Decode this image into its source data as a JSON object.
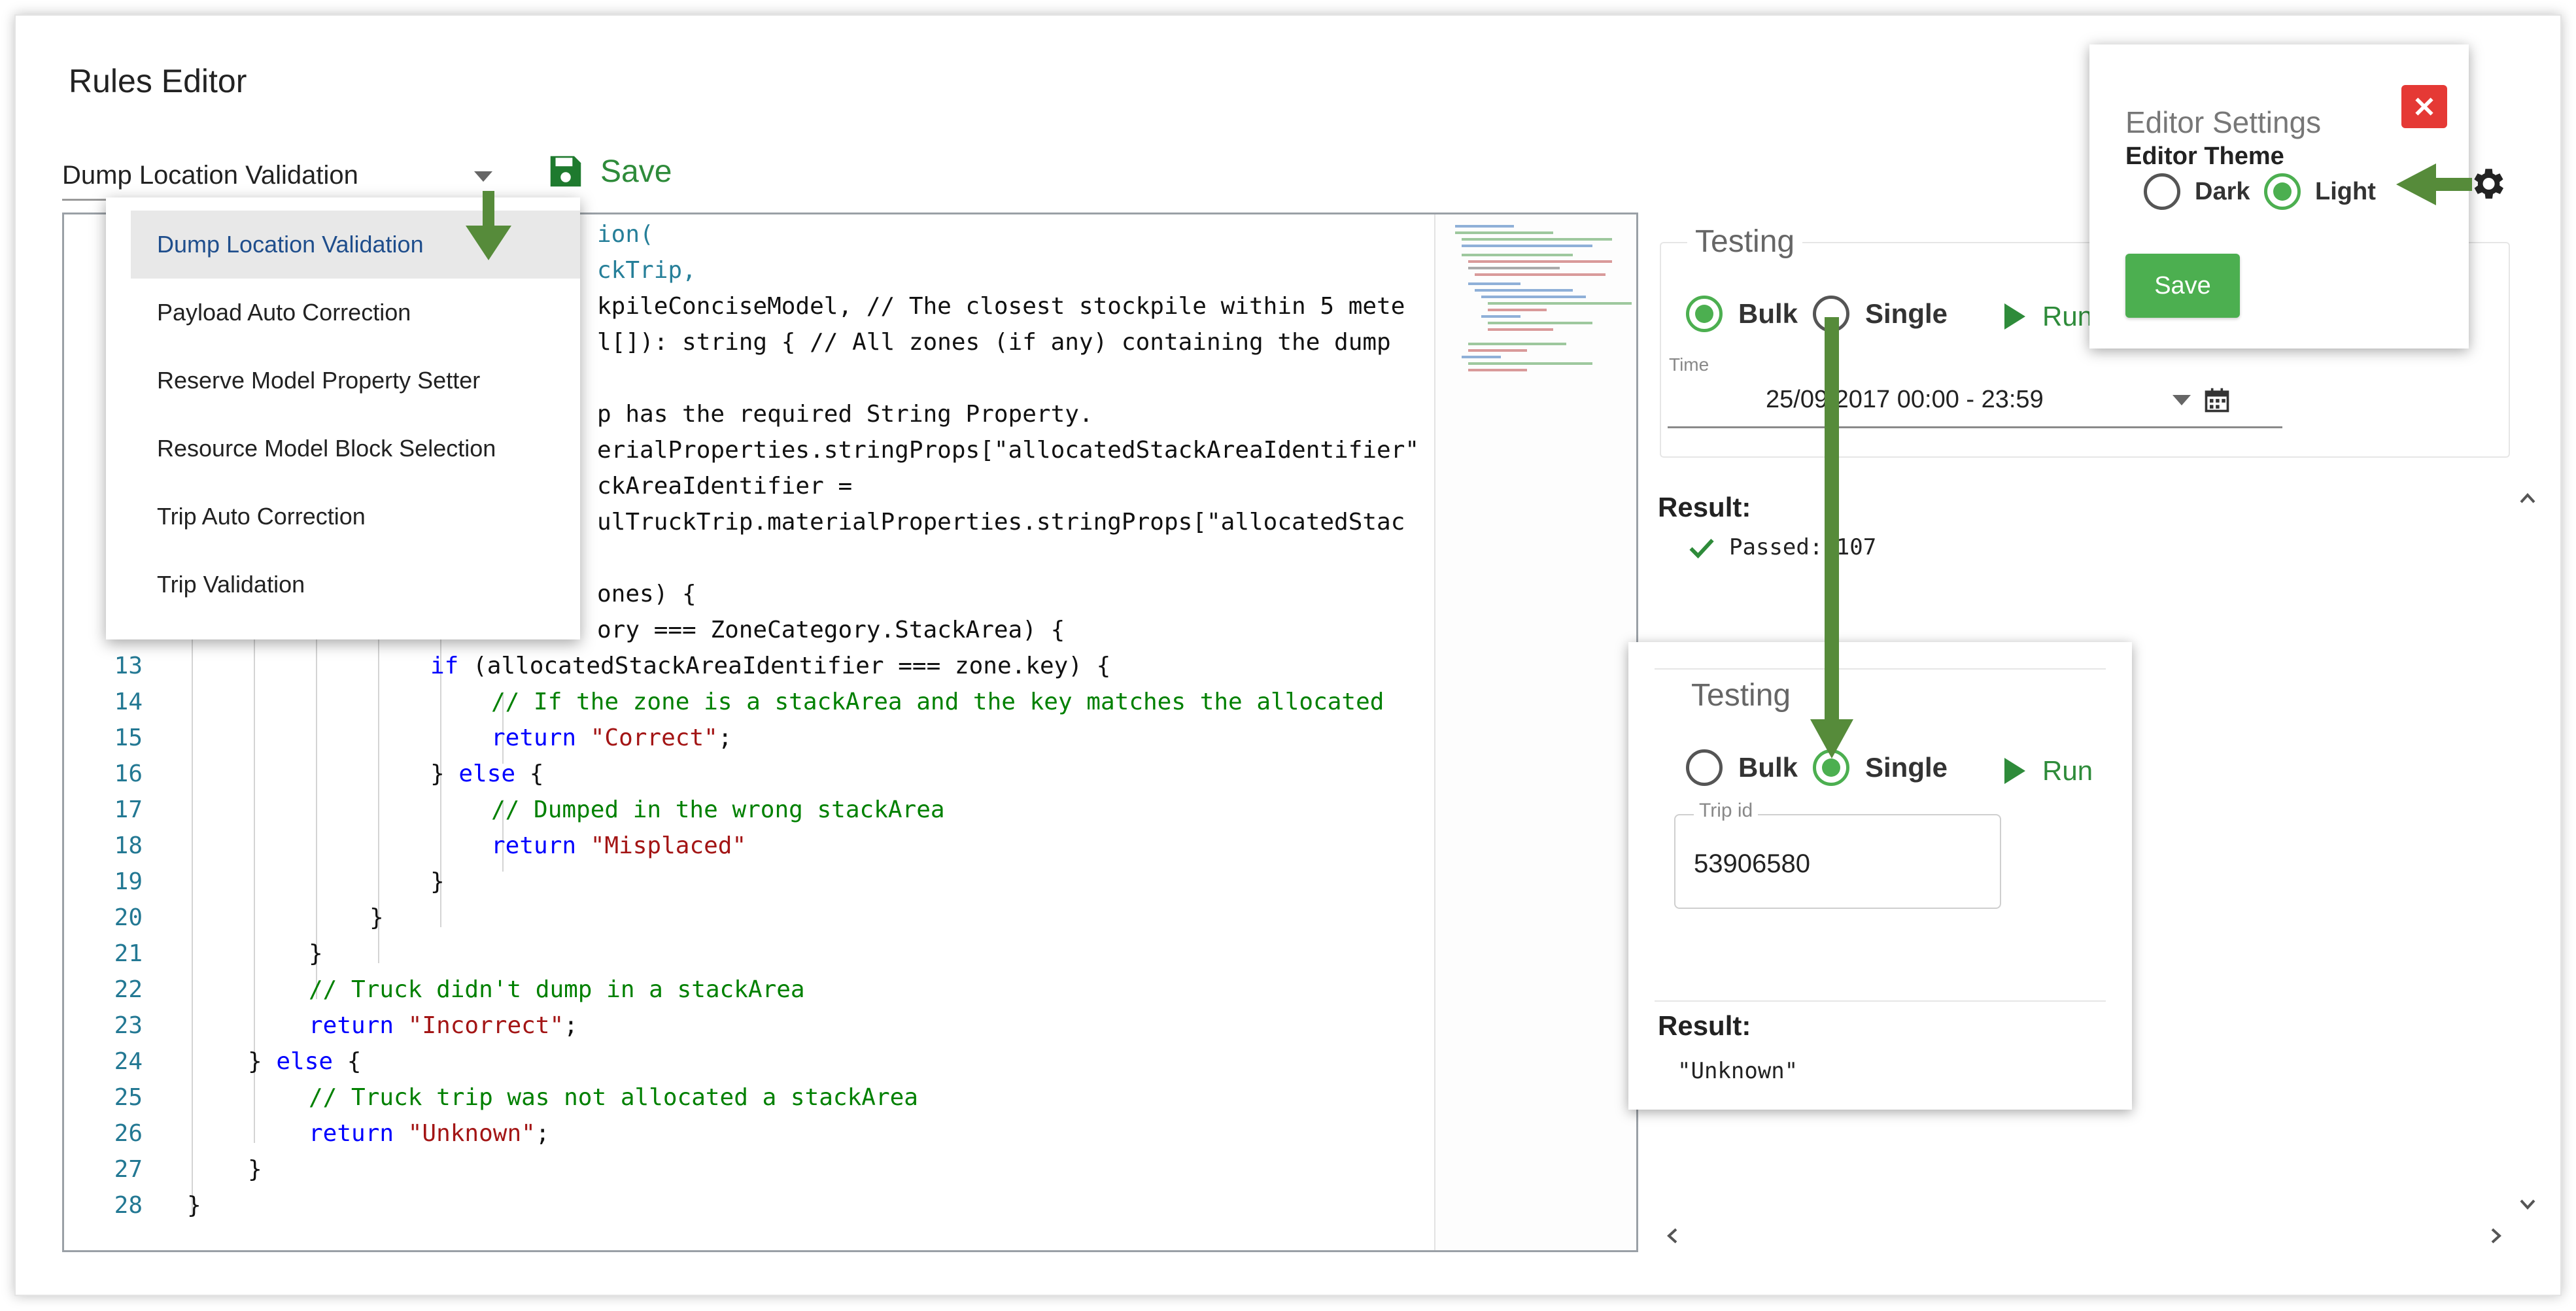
{
  "app": {
    "title": "Rules Editor"
  },
  "rule_select": {
    "value": "Dump Location Validation",
    "options": [
      "Dump Location Validation",
      "Payload Auto Correction",
      "Reserve Model Property Setter",
      "Resource Model Block Selection",
      "Trip Auto Correction",
      "Trip Validation"
    ]
  },
  "toolbar": {
    "save_label": "Save"
  },
  "editor": {
    "visible_partial_lines": [
      "ion(",
      "ckTrip,",
      "kpileConciseModel, // The closest stockpile within 5 mete",
      "l[]): string { // All zones (if any) containing the dump",
      "p has the required String Property.",
      "erialProperties.stringProps[\"allocatedStackAreaIdentifier\"",
      "ckAreaIdentifier =",
      "ulTruckTrip.materialProperties.stringProps[\"allocatedStac",
      "ones) {",
      "ory === ZoneCategory.StackArea) {"
    ],
    "lines": [
      {
        "n": "13",
        "text": "if (allocatedStackAreaIdentifier === zone.key) {"
      },
      {
        "n": "14",
        "text": "// If the zone is a stackArea and the key matches the allocated"
      },
      {
        "n": "15",
        "text": "return \"Correct\";"
      },
      {
        "n": "16",
        "text": "} else {"
      },
      {
        "n": "17",
        "text": "// Dumped in the wrong stackArea"
      },
      {
        "n": "18",
        "text": "return \"Misplaced\""
      },
      {
        "n": "19",
        "text": "}"
      },
      {
        "n": "20",
        "text": "}"
      },
      {
        "n": "21",
        "text": "}"
      },
      {
        "n": "22",
        "text": "// Truck didn't dump in a stackArea"
      },
      {
        "n": "23",
        "text": "return \"Incorrect\";"
      },
      {
        "n": "24",
        "text": "} else {"
      },
      {
        "n": "25",
        "text": "// Truck trip was not allocated a stackArea"
      },
      {
        "n": "26",
        "text": "return \"Unknown\";"
      },
      {
        "n": "27",
        "text": "}"
      },
      {
        "n": "28",
        "text": "}"
      }
    ]
  },
  "testing": {
    "heading": "Testing",
    "bulk_label": "Bulk",
    "single_label": "Single",
    "run_label": "Run",
    "time_label": "Time",
    "time_value": "25/09/2017 00:00 - 23:59",
    "result_label": "Result:",
    "result_value": "Passed: 107"
  },
  "single_test": {
    "heading": "Testing",
    "bulk_label": "Bulk",
    "single_label": "Single",
    "run_label": "Run",
    "trip_id_label": "Trip id",
    "trip_id_value": "53906580",
    "result_label": "Result:",
    "result_value": "\"Unknown\""
  },
  "settings": {
    "title": "Editor Settings",
    "theme_label": "Editor Theme",
    "dark_label": "Dark",
    "light_label": "Light",
    "selected_theme": "Light",
    "save_label": "Save"
  },
  "colors": {
    "accent_green": "#4caf50",
    "save_green": "#2e8b3a",
    "close_red": "#e53935",
    "arrow_green": "#568b3a"
  }
}
